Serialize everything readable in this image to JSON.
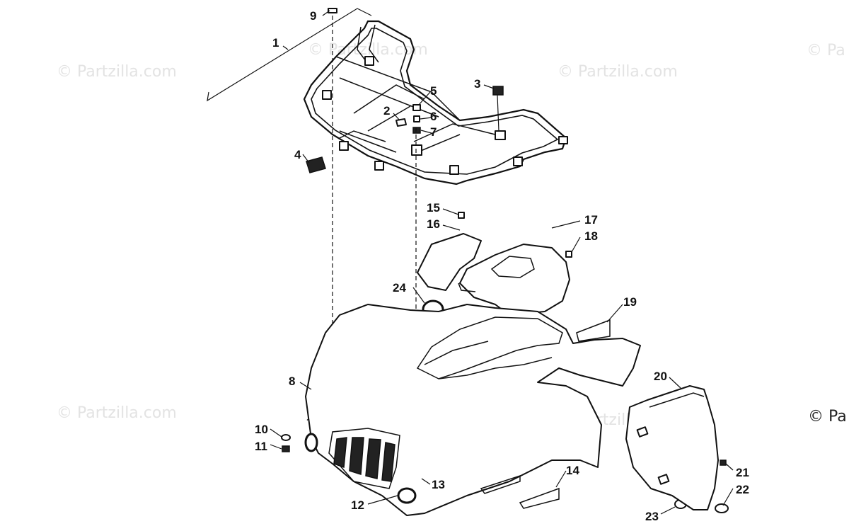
{
  "watermark": {
    "text": "© Partzilla.com",
    "edge_text": "© Pa"
  },
  "callouts": [
    {
      "id": "1",
      "label": "1"
    },
    {
      "id": "2",
      "label": "2"
    },
    {
      "id": "3",
      "label": "3"
    },
    {
      "id": "4",
      "label": "4"
    },
    {
      "id": "5",
      "label": "5"
    },
    {
      "id": "6",
      "label": "6"
    },
    {
      "id": "7",
      "label": "7"
    },
    {
      "id": "8",
      "label": "8"
    },
    {
      "id": "9",
      "label": "9"
    },
    {
      "id": "10",
      "label": "10"
    },
    {
      "id": "11",
      "label": "11"
    },
    {
      "id": "12",
      "label": "12"
    },
    {
      "id": "13",
      "label": "13"
    },
    {
      "id": "14",
      "label": "14"
    },
    {
      "id": "15",
      "label": "15"
    },
    {
      "id": "16",
      "label": "16"
    },
    {
      "id": "17",
      "label": "17"
    },
    {
      "id": "18",
      "label": "18"
    },
    {
      "id": "19",
      "label": "19"
    },
    {
      "id": "20",
      "label": "20"
    },
    {
      "id": "21",
      "label": "21"
    },
    {
      "id": "22",
      "label": "22"
    },
    {
      "id": "23",
      "label": "23"
    },
    {
      "id": "24",
      "label": "24"
    }
  ]
}
